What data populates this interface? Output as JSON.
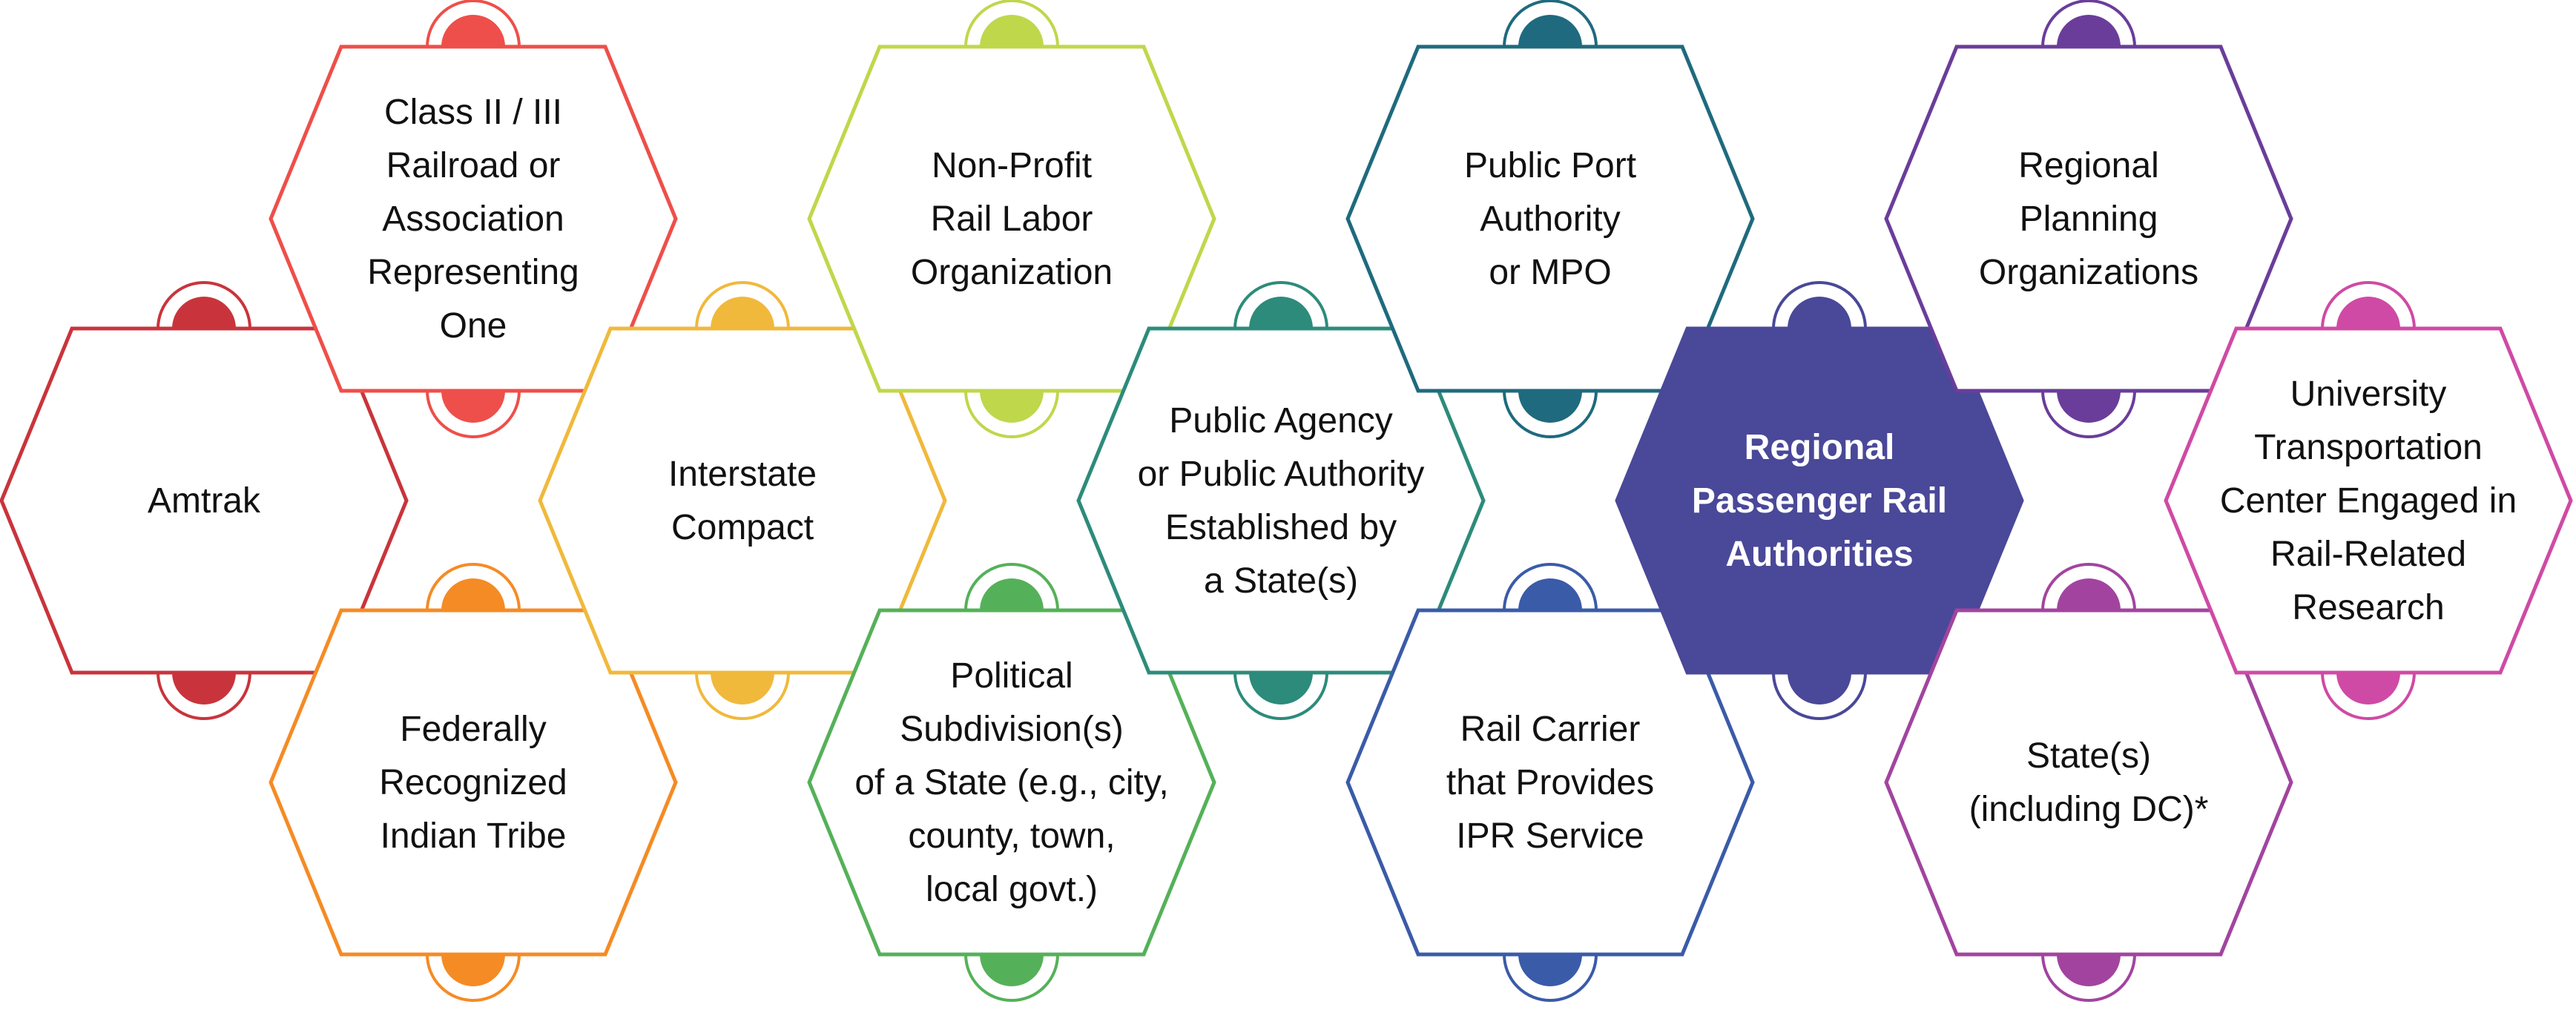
{
  "diagram": {
    "nodes": [
      {
        "id": "amtrak",
        "lines": [
          "Amtrak"
        ],
        "color": "#c9343c",
        "filled": false,
        "bold": false
      },
      {
        "id": "class-ii-iii",
        "lines": [
          "Class II / III",
          "Railroad or",
          "Association",
          "Representing",
          "One"
        ],
        "color": "#ee4f4a",
        "filled": false,
        "bold": false
      },
      {
        "id": "indian-tribe",
        "lines": [
          "Federally",
          "Recognized",
          "Indian Tribe"
        ],
        "color": "#f58b24",
        "filled": false,
        "bold": false
      },
      {
        "id": "interstate-compact",
        "lines": [
          "Interstate",
          "Compact"
        ],
        "color": "#f0b93c",
        "filled": false,
        "bold": false
      },
      {
        "id": "non-profit",
        "lines": [
          "Non-Profit",
          "Rail Labor",
          "Organization"
        ],
        "color": "#bfd74b",
        "filled": false,
        "bold": false
      },
      {
        "id": "political-subdivision",
        "lines": [
          "Political",
          "Subdivision(s)",
          "of a State (e.g., city,",
          "county, town,",
          "local govt.)"
        ],
        "color": "#55b159",
        "filled": false,
        "bold": false
      },
      {
        "id": "public-agency",
        "lines": [
          "Public Agency",
          "or Public Authority",
          "Established by",
          "a State(s)"
        ],
        "color": "#2d8b7b",
        "filled": false,
        "bold": false
      },
      {
        "id": "public-port",
        "lines": [
          "Public Port",
          "Authority",
          "or MPO"
        ],
        "color": "#1f6a7e",
        "filled": false,
        "bold": false
      },
      {
        "id": "rail-carrier",
        "lines": [
          "Rail Carrier",
          "that Provides",
          "IPR Service"
        ],
        "color": "#3a5ba8",
        "filled": false,
        "bold": false
      },
      {
        "id": "regional-passenger",
        "lines": [
          "Regional",
          "Passenger Rail",
          "Authorities"
        ],
        "color": "#4a4898",
        "filled": true,
        "bold": true
      },
      {
        "id": "regional-planning",
        "lines": [
          "Regional",
          "Planning",
          "Organizations"
        ],
        "color": "#6a3d9a",
        "filled": false,
        "bold": false
      },
      {
        "id": "states",
        "lines": [
          "State(s)",
          "(including DC)*"
        ],
        "color": "#a2449f",
        "filled": false,
        "bold": false
      },
      {
        "id": "university",
        "lines": [
          "University",
          "Transportation",
          "Center Engaged in",
          "Rail-Related",
          "Research"
        ],
        "color": "#cf4aa4",
        "filled": false,
        "bold": false
      }
    ]
  }
}
